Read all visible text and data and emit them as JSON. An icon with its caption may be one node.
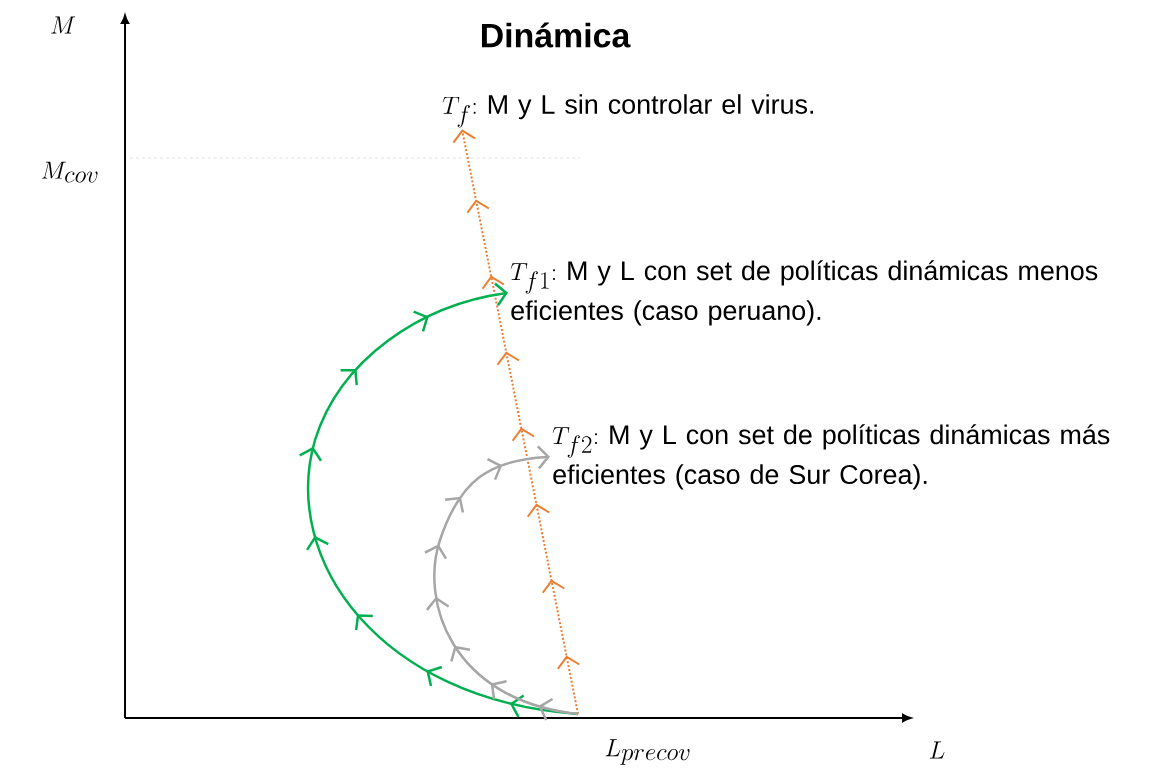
{
  "diagram": {
    "title": "Dinámica",
    "nodes": [
      {
        "text": [
          "T_{f}\\colon",
          "M y L sin controlar el virus."
        ]
      },
      {
        "text": [
          "T_{f1}\\colon",
          "M y L con set de políticas dinámicas menos eficientes (caso peruano)."
        ]
      },
      {
        "text": [
          "T_{f2}\\colon",
          "M y L con set de políticas dinámicas más eficientes (caso de Sur Corea)."
        ]
      }
    ],
    "edges": [
      {
        "from": null,
        "to": 0,
        "arrow": "to",
        "style": "dashed",
        "color": "#ed7d31"
      },
      {
        "from": null,
        "to": 1,
        "arrow": "to",
        "color": "#00b050"
      },
      {
        "from": null,
        "to": 2,
        "arrow": "to",
        "color": "#a6a6a6"
      }
    ],
    "labels": [
      "M",
      "M_{cov}",
      "L_{precov}",
      "L"
    ]
  }
}
